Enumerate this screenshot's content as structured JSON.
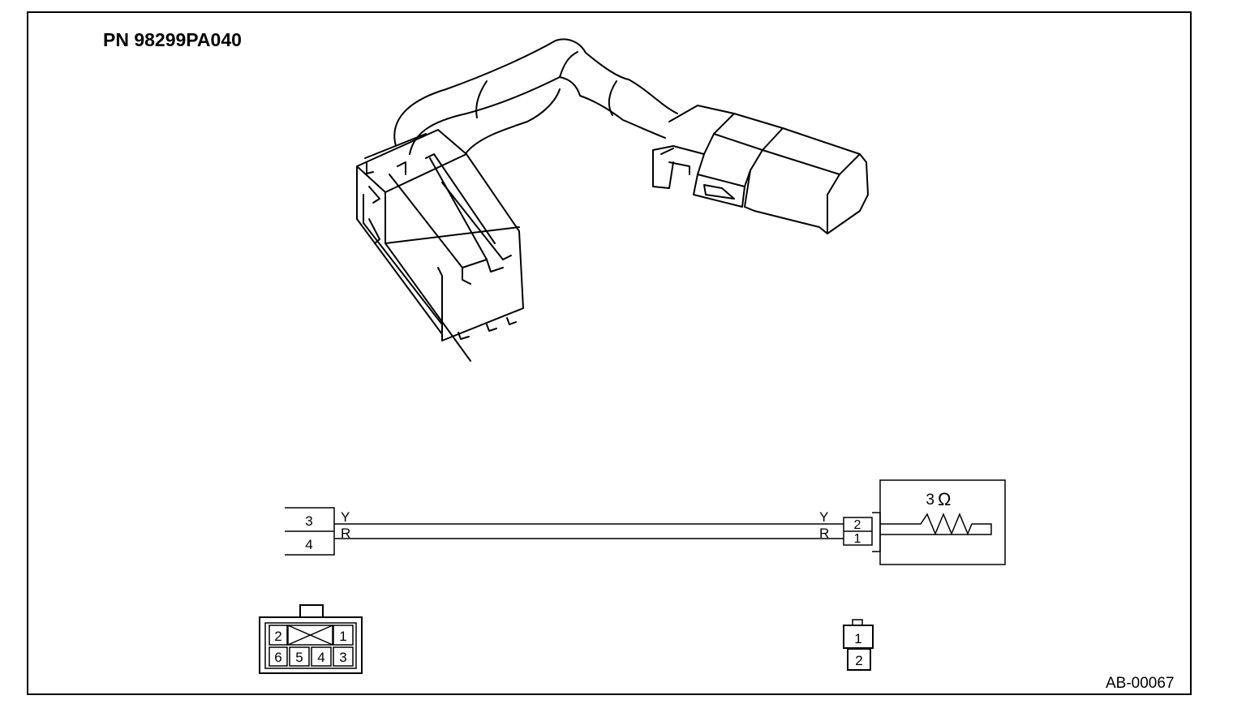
{
  "part_number": "PN 98299PA040",
  "figure_code": "AB-00067",
  "wiring": {
    "left_terminals": [
      "3",
      "4"
    ],
    "right_terminals": [
      "2",
      "1"
    ],
    "wire_colors_left": [
      "Y",
      "R"
    ],
    "wire_colors_right": [
      "Y",
      "R"
    ],
    "resistor_value": "3",
    "resistor_unit": "Ω"
  },
  "connector_left_face": {
    "top_row": [
      "2",
      "1"
    ],
    "bottom_row": [
      "6",
      "5",
      "4",
      "3"
    ]
  },
  "connector_right_face": {
    "pins": [
      "1",
      "2"
    ]
  }
}
